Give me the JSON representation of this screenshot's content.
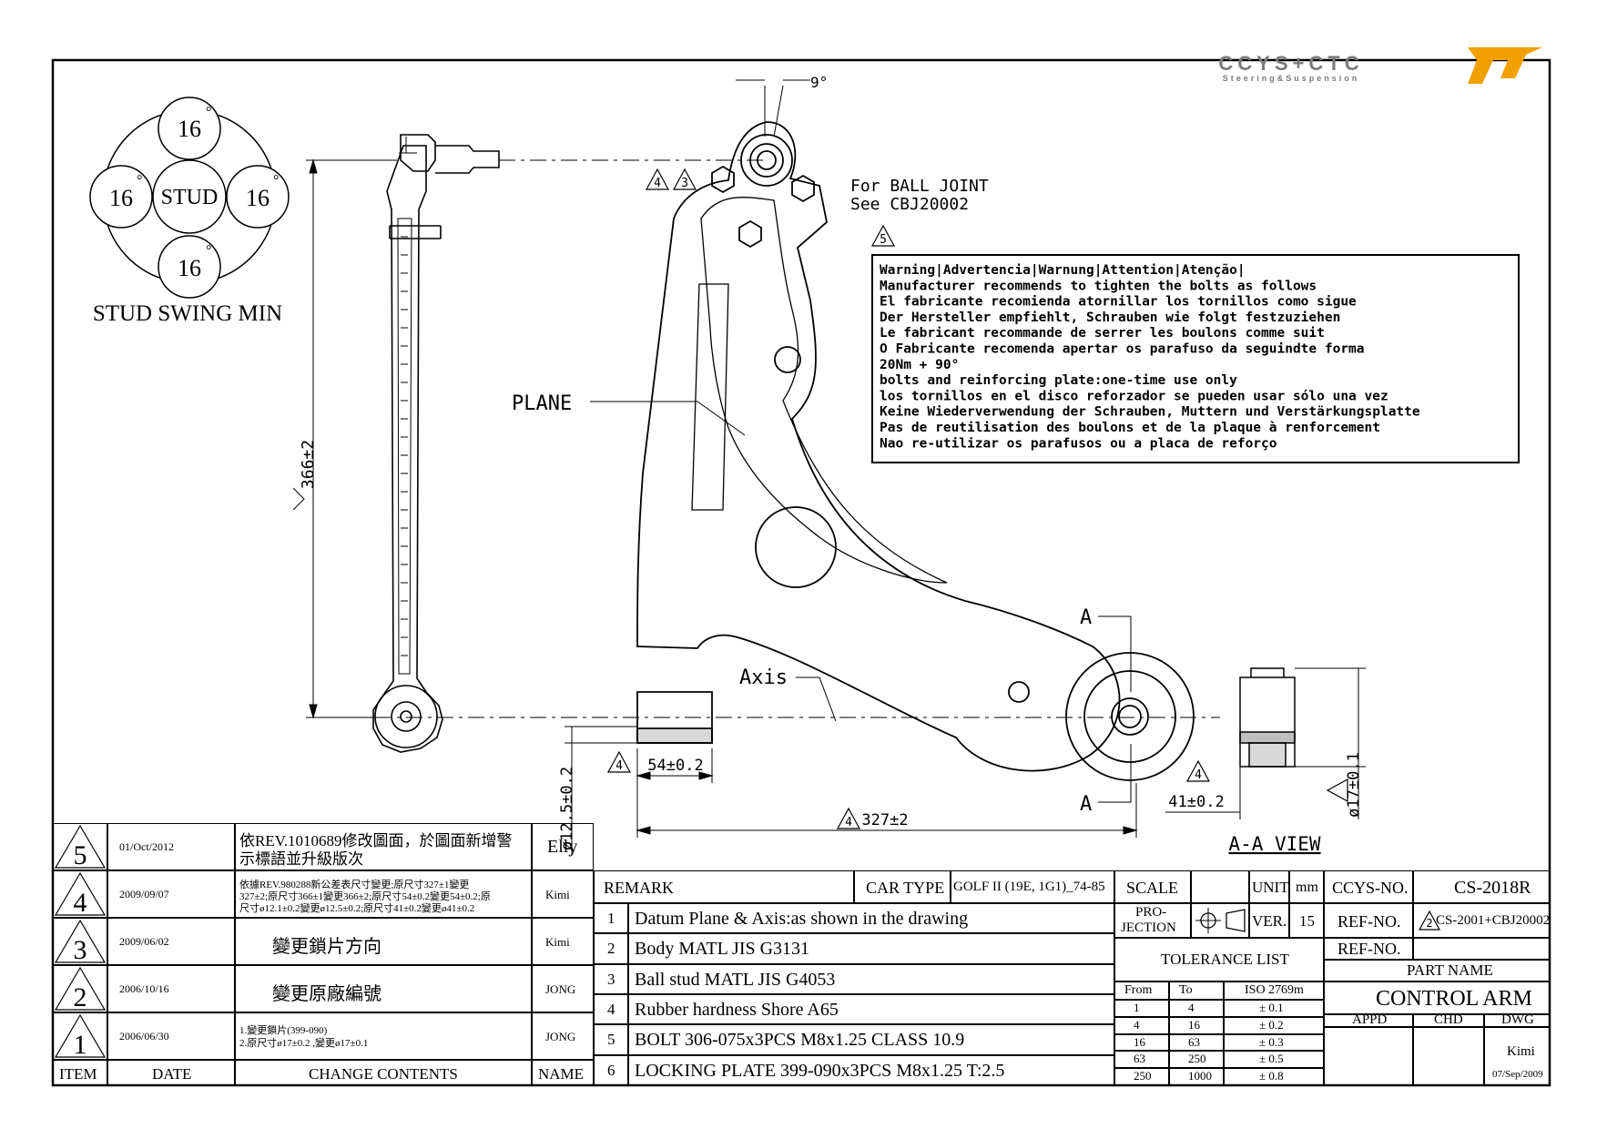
{
  "logo": {
    "brand": "CCYS+CTC",
    "tagline": "Steering&Suspension"
  },
  "stud_swing": {
    "top": "16",
    "left": "16",
    "right": "16",
    "bottom": "16",
    "degree_mark": "°",
    "center": "STUD",
    "caption": "STUD SWING MIN"
  },
  "angle_label": "9°",
  "ball_joint_note": {
    "line1": "For BALL JOINT",
    "line2": "See CBJ20002"
  },
  "callouts": {
    "tri4": "4",
    "tri3": "3",
    "tri5": "5",
    "tri2": "2"
  },
  "warning_lines": [
    "Warning|Advertencia|Warnung|Attention|Atenção|",
    "Manufacturer recommends to tighten the bolts as follows",
    "El fabricante recomienda atornillar los tornillos como sigue",
    "Der Hersteller empfiehlt, Schrauben wie folgt festzuziehen",
    "Le fabricant recommande de serrer les boulons comme suit",
    "O Fabricante recomenda apertar os parafuso da seguindte forma",
    "20Nm + 90°",
    "bolts and reinforcing plate:one-time use only",
    "los tornillos en el disco reforzador se pueden usar sólo una vez",
    "Keine Wiederverwendung der Schrauben, Muttern und Verstärkungsplatte",
    "Pas de reutilisation des boulons et de la plaque à renforcement",
    "Nao re-utilizar os parafusos ou a placa de reforço"
  ],
  "labels": {
    "plane": "PLANE",
    "axis": "Axis",
    "section_a": "A",
    "aa_view": "A-A VIEW"
  },
  "dimensions": {
    "length": "366±2",
    "bush_width": "54±0.2",
    "height_dia": "ø12.5±0.2",
    "span": "327±2",
    "section_width": "41±0.2",
    "section_dia": "ø17±0.1"
  },
  "revisions": [
    {
      "item": "5",
      "date": "01/Oct/2012",
      "contents": [
        "依REV.1010689修改圖面，於圖面新增警",
        "示標語並升級版次"
      ],
      "name": "Elly"
    },
    {
      "item": "4",
      "date": "2009/09/07",
      "contents": [
        "依據REV.980288新公差表尺寸變更;原尺寸327±1變更",
        "327±2;原尺寸366±1變更366±2;原尺寸54±0.2變更54±0.2;原",
        "尺寸ø12.1±0.2變更ø12.5±0.2;原尺寸41±0.2變更ø41±0.2"
      ],
      "name": "Kimi"
    },
    {
      "item": "3",
      "date": "2009/06/02",
      "contents": [
        "變更鎖片方向"
      ],
      "name": "Kimi"
    },
    {
      "item": "2",
      "date": "2006/10/16",
      "contents": [
        "變更原廠編號"
      ],
      "name": "JONG"
    },
    {
      "item": "1",
      "date": "2006/06/30",
      "contents": [
        "1.變更鎖片(399-090)",
        "2.原尺寸ø17±0.2 ,變更ø17±0.1"
      ],
      "name": "JONG"
    }
  ],
  "revision_headers": {
    "item": "ITEM",
    "date": "DATE",
    "contents": "CHANGE CONTENTS",
    "name": "NAME"
  },
  "remark": {
    "header": "REMARK",
    "car_type_label": "CAR TYPE",
    "car_type_value": "GOLF II (19E, 1G1)_74-85",
    "items": [
      {
        "no": "1",
        "text": "Datum Plane & Axis:as shown in the drawing"
      },
      {
        "no": "2",
        "text": "Body MATL JIS G3131"
      },
      {
        "no": "3",
        "text": "Ball stud MATL JIS G4053"
      },
      {
        "no": "4",
        "text": "Rubber hardness Shore A65"
      },
      {
        "no": "5",
        "text": "BOLT 306-075x3PCS M8x1.25 CLASS 10.9"
      },
      {
        "no": "6",
        "text": "LOCKING PLATE 399-090x3PCS M8x1.25 T:2.5"
      }
    ]
  },
  "scale": {
    "label": "SCALE",
    "unit_label": "UNIT",
    "unit": "mm",
    "projection": [
      "PRO-",
      "JECTION"
    ],
    "ver_label": "VER.",
    "ver": "15"
  },
  "tolerance": {
    "title": "TOLERANCE LIST",
    "headers": [
      "From",
      "To",
      "ISO 2769m"
    ],
    "rows": [
      [
        "1",
        "4",
        "± 0.1"
      ],
      [
        "4",
        "16",
        "± 0.2"
      ],
      [
        "16",
        "63",
        "± 0.3"
      ],
      [
        "63",
        "250",
        "± 0.5"
      ],
      [
        "250",
        "1000",
        "± 0.8"
      ]
    ]
  },
  "title_block": {
    "ccys_no_label": "CCYS-NO.",
    "ccys_no": "CS-2018R",
    "ref_no_label": "REF-NO.",
    "ref_no": "CS-2001+CBJ20002",
    "ref_no2_label": "REF-NO.",
    "part_name_label": "PART NAME",
    "part_name": "CONTROL ARM",
    "appd": "APPD",
    "chd": "CHD",
    "dwg": "DWG",
    "drawn_by": "Kimi",
    "drawn_date": "07/Sep/2009"
  },
  "colors": {
    "ink": "#000000",
    "logo_gray": "#7a7a7a",
    "logo_accent": "#f0a000"
  }
}
